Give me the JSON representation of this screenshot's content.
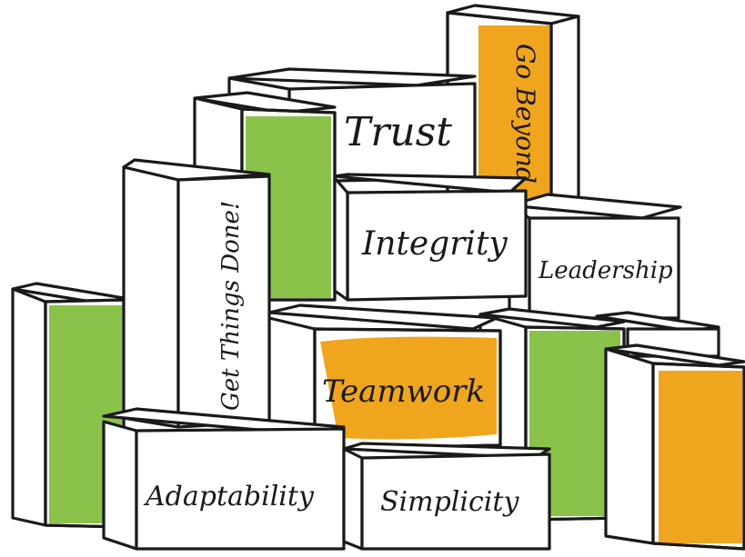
{
  "blocks": [
    {
      "id": "go-beyond",
      "label": "Go Beyond"
    },
    {
      "id": "trust",
      "label": "Trust"
    },
    {
      "id": "integrity",
      "label": "Integrity"
    },
    {
      "id": "leadership",
      "label": "Leadership"
    },
    {
      "id": "get-things-done",
      "label": "Get Things Done!"
    },
    {
      "id": "teamwork",
      "label": "Teamwork"
    },
    {
      "id": "adaptability",
      "label": "Adaptability"
    },
    {
      "id": "simplicity",
      "label": "Simplicity"
    }
  ],
  "colors": {
    "green": "#8bc34a",
    "orange": "#f0a51f",
    "outline": "#1a1a1a",
    "block": "#ffffff"
  }
}
